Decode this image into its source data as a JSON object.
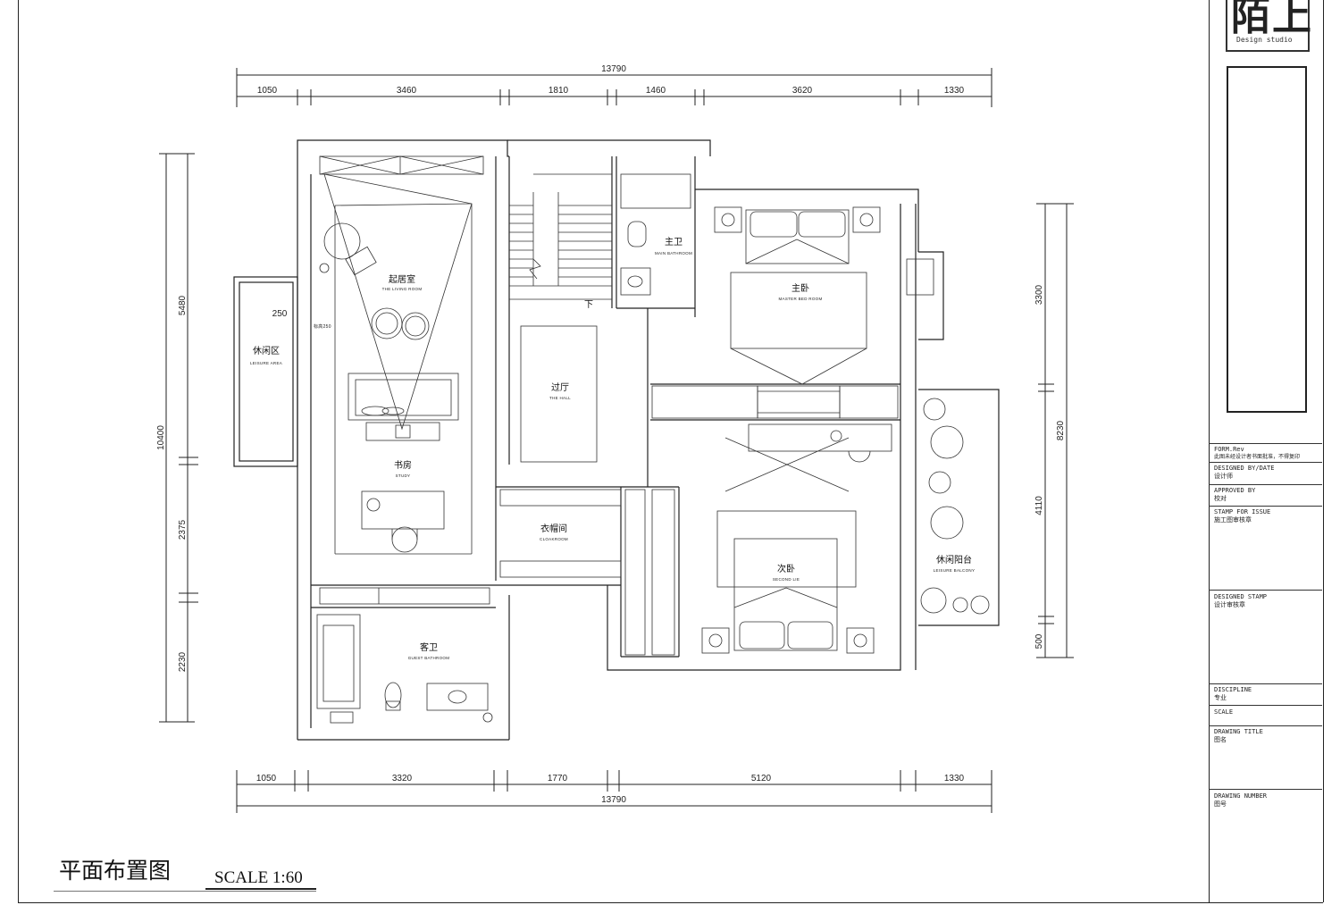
{
  "plan": {
    "title_cn": "平面布置图",
    "scale": "SCALE 1:60"
  },
  "dimensions": {
    "top_total": "13790",
    "top": [
      "1050",
      "3460",
      "1810",
      "1460",
      "3620",
      "1330"
    ],
    "bottom": [
      "1050",
      "3320",
      "1770",
      "5120",
      "1330"
    ],
    "bottom_total": "13790",
    "left": [
      "5480",
      "2375",
      "2230"
    ],
    "left_total": "10400",
    "right": [
      "3300",
      "4110",
      "500"
    ],
    "right_total": "8230",
    "small_250": "250",
    "small_note": "标高250"
  },
  "rooms": {
    "living": {
      "cn": "起居室",
      "en": "THE LIVING ROOM"
    },
    "leisure": {
      "cn": "休闲区",
      "en": "LEISURE AREA"
    },
    "study": {
      "cn": "书房",
      "en": "STUDY"
    },
    "hall": {
      "cn": "过厅",
      "en": "THE HALL"
    },
    "main_bath": {
      "cn": "主卫",
      "en": "MAIN BATHROOM"
    },
    "master_bed": {
      "cn": "主卧",
      "en": "MASTER BED ROOM"
    },
    "cloakroom": {
      "cn": "衣帽间",
      "en": "CLOAKROOM"
    },
    "second_bed": {
      "cn": "次卧",
      "en": "SECOND LIE"
    },
    "balcony": {
      "cn": "休闲阳台",
      "en": "LEISURE BALCONY"
    },
    "guest_bath": {
      "cn": "客卫",
      "en": "GUEST BATHROOM"
    },
    "stair_down": "下"
  },
  "title_block": {
    "logo": "陌上",
    "logo_sub": "Design studio",
    "form_rev": "FORM.Rev",
    "form_note": "此图未经设计者书面批准，不得复印",
    "designed_by": "DESIGNED BY/DATE",
    "designed_by_cn": "设计师",
    "approved_by": "APPROVED BY",
    "approved_by_cn": "校对",
    "stamp_issue": "STAMP FOR ISSUE",
    "stamp_issue_cn": "施工图审核章",
    "designed_stamp": "DESIGNED STAMP",
    "designed_stamp_cn": "设计审核章",
    "discipline": "DISCIPLINE",
    "discipline_cn": "专业",
    "scale": "SCALE",
    "drawing_title": "DRAWING TITLE",
    "drawing_title_cn": "图名",
    "drawing_number": "DRAWING NUMBER",
    "drawing_number_cn": "图号"
  }
}
